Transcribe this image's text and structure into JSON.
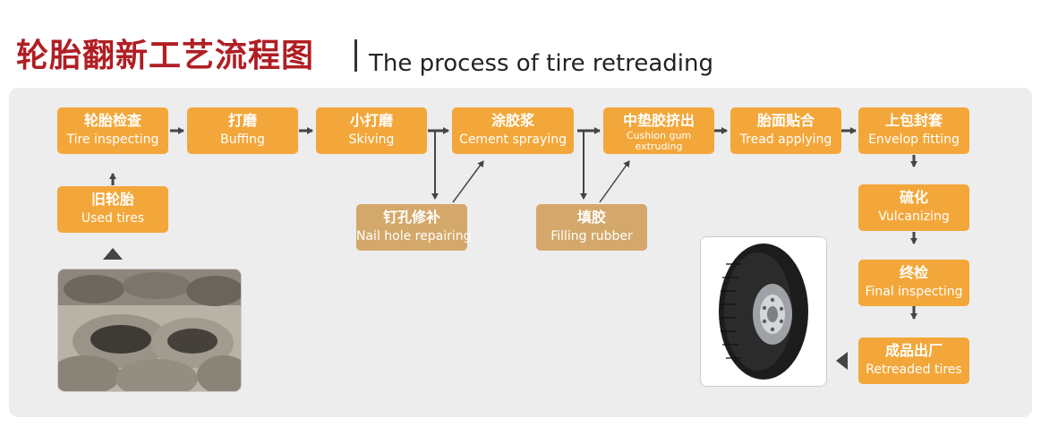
{
  "title": {
    "cn": "轮胎翻新工艺流程图",
    "en": "The process of tire  retreading"
  },
  "steps": {
    "tire_inspecting": {
      "cn": "轮胎检查",
      "en": "Tire inspecting"
    },
    "buffing": {
      "cn": "打磨",
      "en": "Buffing"
    },
    "skiving": {
      "cn": "小打磨",
      "en": "Skiving"
    },
    "cement_spraying": {
      "cn": "涂胶浆",
      "en": "Cement spraying"
    },
    "cushion_gum": {
      "cn": "中垫胶挤出",
      "en": "Cushion gum extruding"
    },
    "tread_applying": {
      "cn": "胎面贴合",
      "en": "Tread applying"
    },
    "envelop_fitting": {
      "cn": "上包封套",
      "en": "Envelop fitting"
    },
    "used_tires": {
      "cn": "旧轮胎",
      "en": "Used tires"
    },
    "nail_hole": {
      "cn": "钉孔修补",
      "en": "Nail hole repairing"
    },
    "filling_rubber": {
      "cn": "填胶",
      "en": "Filling rubber"
    },
    "vulcanizing": {
      "cn": "硫化",
      "en": "Vulcanizing"
    },
    "final_inspecting": {
      "cn": "终检",
      "en": "Final inspecting"
    },
    "retreaded_tires": {
      "cn": "成品出厂",
      "en": "Retreaded tires"
    }
  },
  "colors": {
    "title": "#b01e23",
    "box": "#f3a73a",
    "box_side": "#d4a86a",
    "panel": "#ededed",
    "arrow": "#444444"
  }
}
